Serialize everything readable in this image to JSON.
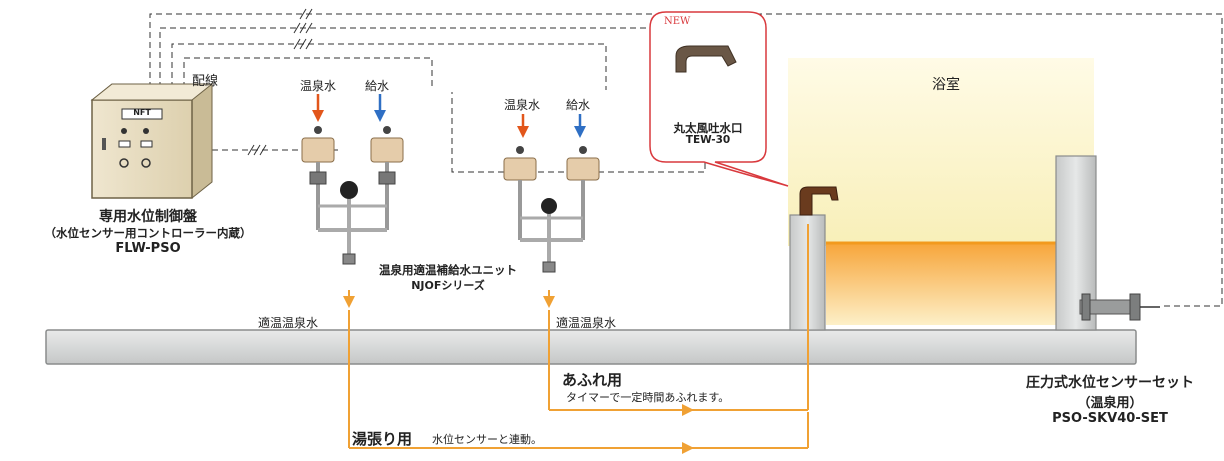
{
  "labels": {
    "wiring": "配線",
    "hot_spring_water_1": "温泉水",
    "supply_water_1": "給水",
    "hot_spring_water_2": "温泉水",
    "supply_water_2": "給水",
    "bathroom": "浴室",
    "suitable_temp_water_1": "適温温泉水",
    "suitable_temp_water_2": "適温温泉水"
  },
  "control_panel": {
    "plate": "NFT",
    "name": "専用水位制御盤",
    "subtitle": "（水位センサー用コントローラー内蔵）",
    "model": "FLW-PSO"
  },
  "supply_unit": {
    "name": "温泉用適温補給水ユニット",
    "series": "NJOFシリーズ"
  },
  "spout": {
    "badge": "NEW",
    "name": "丸太風吐水口",
    "model": "TEW-30"
  },
  "overflow": {
    "title": "あふれ用",
    "note": "タイマーで一定時間あふれます。"
  },
  "filling": {
    "title": "湯張り用",
    "note": "水位センサーと連動。"
  },
  "sensor_set": {
    "name": "圧力式水位センサーセット",
    "usage": "（温泉用）",
    "model": "PSO-SKV40-SET"
  },
  "colors": {
    "hot_water_arrow": "#e2561b",
    "cold_water_arrow": "#2f6fc4",
    "pipe_orange": "#f0a134",
    "bath_water": "#f7b24a",
    "bath_glow": "#fbf4c9",
    "callout_red": "#d9393d",
    "floor_gray": "#d4d6d6"
  }
}
